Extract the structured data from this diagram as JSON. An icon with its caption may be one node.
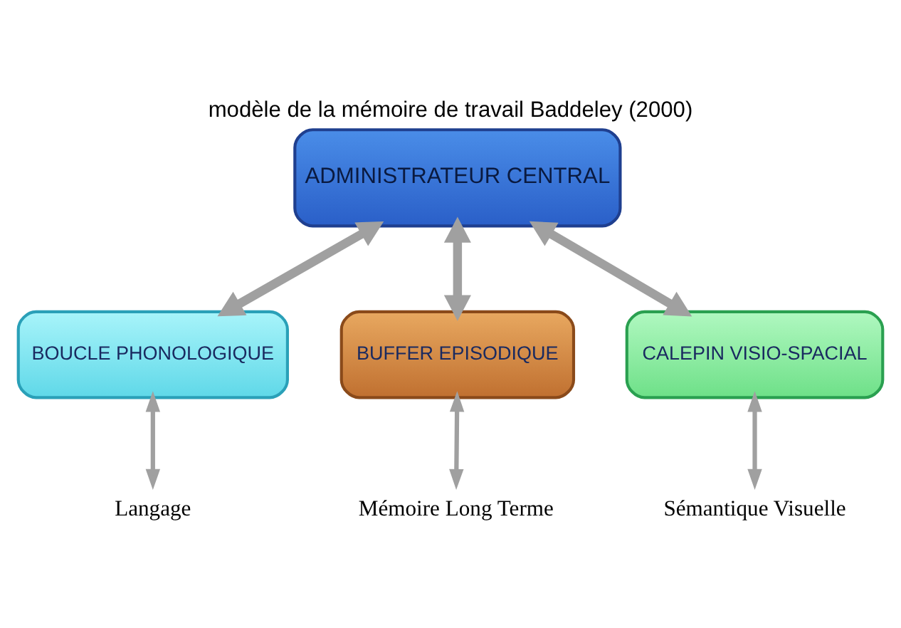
{
  "diagram": {
    "title": "modèle de la mémoire de travail Baddeley (2000)",
    "nodes": [
      {
        "text": [
          "ADMINISTRATEUR CENTRAL"
        ]
      },
      {
        "text": [
          "BOUCLE PHONOLOGIQUE"
        ]
      },
      {
        "text": [
          "BUFFER EPISODIQUE"
        ]
      },
      {
        "text": [
          "CALEPIN VISIO-SPACIAL"
        ]
      },
      {
        "text": [
          "Langage"
        ]
      },
      {
        "text": [
          "Mémoire Long Terme"
        ]
      },
      {
        "text": [
          "Sémantique Visuelle"
        ]
      }
    ],
    "edges": [
      {
        "from": 0,
        "to": 1,
        "arrow": "both",
        "style": "thick"
      },
      {
        "from": 0,
        "to": 2,
        "arrow": "both",
        "style": "thick"
      },
      {
        "from": 0,
        "to": 3,
        "arrow": "both",
        "style": "thick"
      },
      {
        "from": 1,
        "to": 4,
        "arrow": "both"
      },
      {
        "from": 2,
        "to": 5,
        "arrow": "both"
      },
      {
        "from": 3,
        "to": 6,
        "arrow": "both"
      }
    ]
  }
}
